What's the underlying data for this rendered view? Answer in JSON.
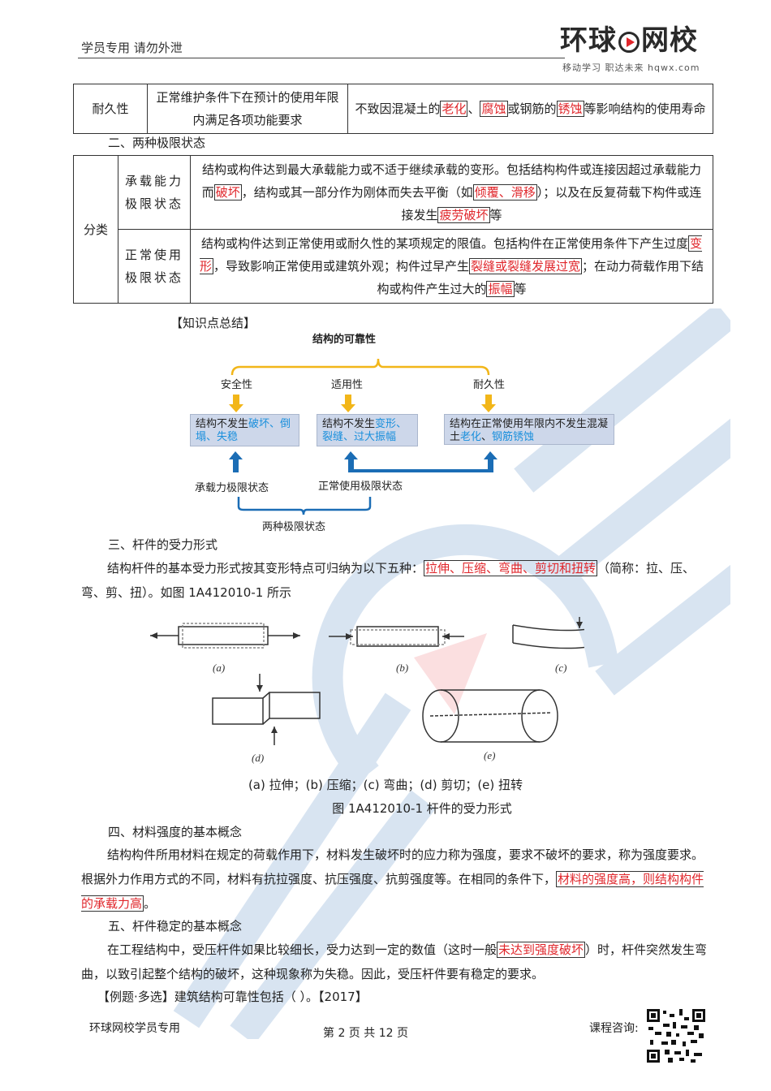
{
  "header": {
    "left_text": "学员专用 请勿外泄",
    "logo_text_a": "环球",
    "logo_text_b": "网校",
    "logo_sub": "移动学习 职达未来  hqwx.com"
  },
  "table1": {
    "row_label": "耐久性",
    "definition": "正常维护条件下在预计的使用年限内满足各项功能要求",
    "desc_parts": [
      "不致因混凝土的",
      "老化",
      "、",
      "腐蚀",
      "或钢筋的",
      "锈蚀",
      "等影响结构的使用寿命"
    ]
  },
  "section2_title": "二、两种极限状态",
  "table2": {
    "group_label": "分类",
    "rows": [
      {
        "label": "承载能力极限状态",
        "parts": [
          "结构或构件达到最大承载能力或不适于继续承载的变形。包括结构构件或连接因超过承载能力而",
          "破坏",
          "，结构或其一部分作为刚体而失去平衡（如",
          "倾覆、滑移",
          "）；以及在反复荷载下构件或连接发生",
          "疲劳破坏",
          "等"
        ]
      },
      {
        "label": "正常使用极限状态",
        "parts": [
          "结构或构件达到正常使用或耐久性的某项规定的限值。包括构件在正常使用条件下产生过度",
          "变形",
          "，导致影响正常使用或建筑外观；构件过早产生",
          "裂缝或裂缝发展过宽",
          "；在动力荷载作用下结构或构件产生过大的",
          "振幅",
          "等"
        ]
      }
    ]
  },
  "summary": {
    "title": "【知识点总结】",
    "root": "结构的可靠性",
    "branches": [
      {
        "name": "安全性",
        "box_black": "结构不发生",
        "box_blue": "破坏、倒塌、失稳",
        "box_black2": ""
      },
      {
        "name": "适用性",
        "box_black": "结构不发生",
        "box_blue": "变形、裂缝、过大振幅",
        "box_black2": ""
      },
      {
        "name": "耐久性",
        "box_black": "结构在正常使用年限内不发生混凝土",
        "box_blue": "老化",
        "box_black2": "、",
        "box_blue2": "钢筋锈蚀"
      }
    ],
    "limit_states": [
      "承载力极限状态",
      "正常使用极限状态"
    ],
    "bottom": "两种极限状态",
    "colors": {
      "yellow": "#f2b619",
      "blue_arrow": "#1b6db5",
      "box_bg": "#cdd7ea",
      "blue_text": "#1a8fdc"
    }
  },
  "section3": {
    "title": "三、杆件的受力形式",
    "p1_parts": [
      "结构杆件的基本受力形式按其变形特点可归纳为以下五种：",
      "拉伸、压缩、弯曲、剪切和扭转",
      "（简称：拉、压、弯、剪、扭）。如图 1A412010-1 所示"
    ],
    "fig_labels": [
      "(a)",
      "(b)",
      "(c)",
      "(d)",
      "(e)"
    ],
    "fig_caption1": "(a) 拉伸；(b) 压缩；(c) 弯曲；(d) 剪切；(e) 扭转",
    "fig_caption2": "图 1A412010-1  杆件的受力形式"
  },
  "section4": {
    "title": "四、材料强度的基本概念",
    "p_parts": [
      "结构构件所用材料在规定的荷载作用下，材料发生破坏时的应力称为强度，要求不破坏的要求，称为强度要求。根据外力作用方式的不同，材料有抗拉强度、抗压强度、抗剪强度等。在相同的条件下，",
      "材料的强度高，则结构构件的承载力高",
      "。"
    ]
  },
  "section5": {
    "title": "五、杆件稳定的基本概念",
    "p_parts": [
      "在工程结构中，受压杆件如果比较细长，受力达到一定的数值（这时一般",
      "未达到强度破坏",
      "）时，杆件突然发生弯曲，以致引起整个结构的破坏，这种现象称为失稳。因此，受压杆件要有稳定的要求。"
    ],
    "example": "【例题·多选】建筑结构可靠性包括（   ）。【2017】"
  },
  "footer": {
    "left": "环球网校学员专用",
    "center": "第 2 页 共 12 页",
    "right": "课程咨询:"
  }
}
